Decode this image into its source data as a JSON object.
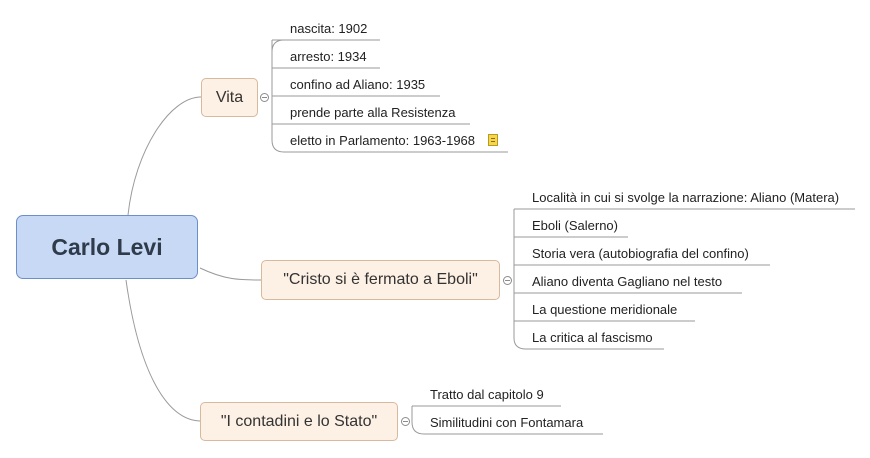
{
  "central": {
    "label": "Carlo Levi"
  },
  "branches": [
    {
      "label": "Vita",
      "children": [
        "nascita: 1902",
        "arresto: 1934",
        "confino ad Aliano: 1935",
        "prende parte alla Resistenza",
        "eletto in Parlamento: 1963-1968"
      ]
    },
    {
      "label": "\"Cristo si è fermato a Eboli\"",
      "children": [
        "Località in cui si svolge la narrazione: Aliano (Matera)",
        "Eboli (Salerno)",
        "Storia vera (autobiografia del confino)",
        "Aliano diventa Gagliano nel testo",
        "La questione meridionale",
        "La critica al fascismo"
      ]
    },
    {
      "label": "\"I contadini e lo Stato\"",
      "children": [
        "Tratto dal capitolo 9",
        "Similitudini con Fontamara"
      ]
    }
  ]
}
